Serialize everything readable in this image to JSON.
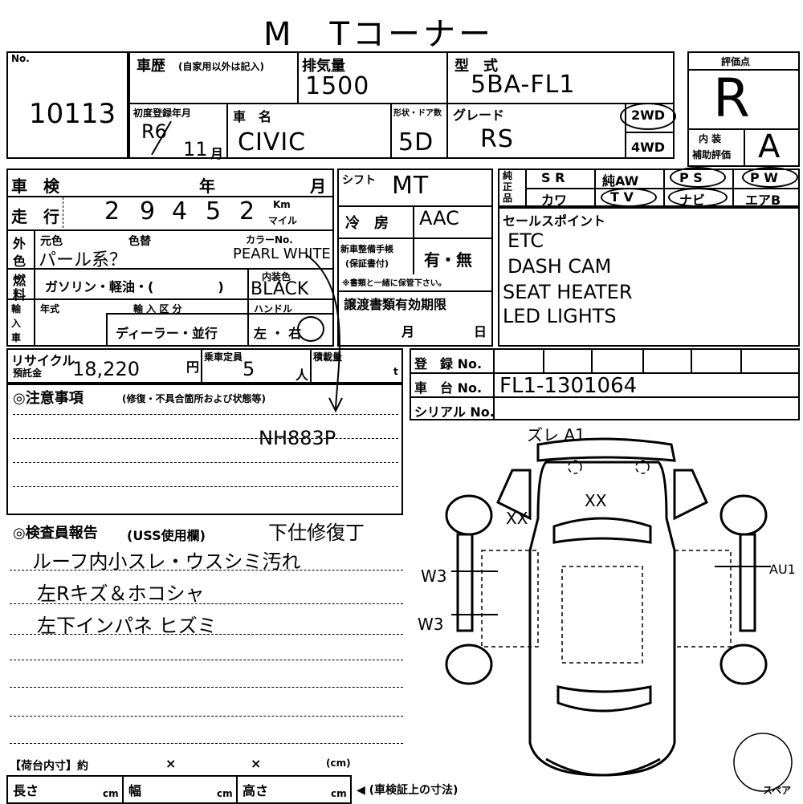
{
  "header": {
    "title": "M　Tコーナー"
  },
  "lot": {
    "label": "No.",
    "number": "10113"
  },
  "history": {
    "label": "車歴",
    "sub": "(自家用以外は記入)"
  },
  "displacement": {
    "label": "排気量",
    "value": "1500"
  },
  "model": {
    "label": "型　式",
    "value": "5BA-FL1"
  },
  "score": {
    "label": "評価点",
    "value": "R",
    "interior_label_1": "内 装",
    "interior_label_2": "補助評価",
    "interior_value": "A"
  },
  "first_reg": {
    "label": "初度登録年月",
    "value": "R6",
    "month": "11",
    "month_unit": "月"
  },
  "car_name": {
    "label": "車　名",
    "value": "CIVIC"
  },
  "body": {
    "label": "形状・ドア数",
    "value": "5D"
  },
  "grade": {
    "label": "グレード",
    "value": "RS"
  },
  "drive": {
    "opt1": "2WD",
    "opt2": "4WD"
  },
  "inspection": {
    "label": "車　検",
    "year": "年",
    "month": "月"
  },
  "mileage": {
    "label": "走　行",
    "digits": [
      "2",
      "9",
      "4",
      "5",
      "2"
    ],
    "unit_km": "Km",
    "unit_mile": "マイル"
  },
  "exterior": {
    "label_1": "外",
    "label_2": "色",
    "orig": "元色",
    "changed": "色替",
    "value": "パール系？",
    "color_no": "カラーNo.",
    "color_value": "PEARL WHITE",
    "annotation": "NH883P"
  },
  "fuel": {
    "label_1": "燃",
    "label_2": "料",
    "value": "ガソリン・軽油・(　　　　　)"
  },
  "interior_color": {
    "label": "内装色",
    "value": "BLACK"
  },
  "import": {
    "label": "輸入車",
    "year_label": "年式",
    "category_label": "輸 入 区 分",
    "category_value": "ディーラー・並行"
  },
  "handle": {
    "label": "ハンドル",
    "value": "左 ・ 右"
  },
  "shift": {
    "label": "シフト",
    "value": "MT"
  },
  "ac": {
    "label": "冷　房",
    "value": "AAC"
  },
  "new_car_docs": {
    "label_1": "新車整備手帳",
    "label_2": "(保証書付)",
    "value": "有・無",
    "note": "※書類と一緒に保管下さい。"
  },
  "doc_expiry": {
    "label": "譲渡書類有効期限",
    "month": "月",
    "day": "日"
  },
  "equipment": {
    "side_label": "純正品",
    "items": [
      "S R",
      "純AW",
      "P S",
      "P W",
      "カワ",
      "T V",
      "ナビ",
      "エアB"
    ]
  },
  "sales_points": {
    "label": "セールスポイント",
    "items": [
      "ETC",
      "DASH CAM",
      "SEAT HEATER",
      "LED LIGHTS"
    ]
  },
  "recycle": {
    "label_1": "リサイクル",
    "label_2": "預託金",
    "value": "18,220",
    "unit": "円"
  },
  "capacity": {
    "label": "乗車定員",
    "value": "5",
    "unit": "人"
  },
  "load": {
    "label": "積載量",
    "unit": "t"
  },
  "registration": {
    "label": "登　録 No."
  },
  "chassis": {
    "label": "車　台 No.",
    "value": "FL1-1301064"
  },
  "serial": {
    "label": "シリアル No."
  },
  "notes": {
    "label": "◎注意事項",
    "sub": "(修復・不具合箇所および状態等)"
  },
  "inspector": {
    "label": "◎検査員報告",
    "sub": "(USS使用欄)",
    "header_note": "下仕修復丁",
    "lines": [
      "ルーフ内小スレ・ウスシミ汚れ",
      "左Rキズ＆ホコシャ",
      "左下インパネ ヒズミ"
    ]
  },
  "diagram": {
    "top_note": "ズレ A1",
    "marks": [
      "XX",
      "XX",
      "W3",
      "W3",
      "AU1"
    ],
    "spare": "スペア"
  },
  "cargo": {
    "label": "【荷台内寸】約",
    "x1": "×",
    "x2": "×",
    "unit": "(cm)",
    "length": "長さ",
    "width": "幅",
    "height": "高さ",
    "cm": "cm",
    "arrow": "◀ (車検証上の寸法)"
  }
}
